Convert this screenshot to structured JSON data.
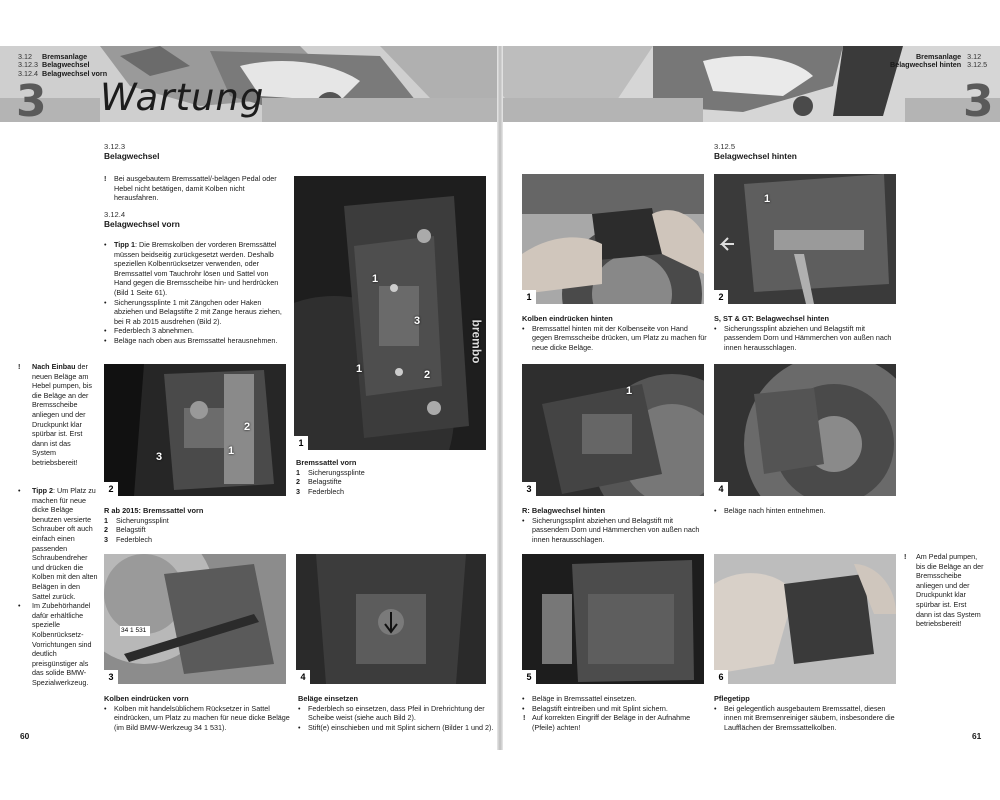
{
  "left_page": {
    "sections": [
      {
        "num": "3.12",
        "name": "Bremsanlage"
      },
      {
        "num": "3.12.3",
        "name": "Belagwechsel"
      },
      {
        "num": "3.12.4",
        "name": "Belagwechsel vorn"
      }
    ],
    "chapter_number": "3",
    "chapter_title": "Wartung",
    "sec_3123": {
      "num": "3.12.3",
      "title": "Belagwechsel"
    },
    "note_bang": "!",
    "note_text": "Bei ausgebautem Bremssattel/-belägen Pedal oder Hebel nicht betätigen, damit Kolben nicht herausfahren.",
    "sec_3124": {
      "num": "3.12.4",
      "title": "Belagwechsel vorn"
    },
    "bullets": [
      {
        "b": "Tipp 1",
        "t": ": Die Bremskolben der vorderen Bremssättel müssen beidseitig zurückgesetzt werden. Deshalb speziellen Kolbenrücksetzer verwenden, oder Bremssattel vom Tauchrohr lösen und Sattel von Hand gegen die Bremsscheibe hin- und herdrücken (Bild 1 Seite 61)."
      },
      {
        "b": "",
        "t": "Sicherungssplinte 1 mit Zängchen oder Haken abziehen und Belagstifte 2 mit Zange heraus ziehen, bei R ab 2015 ausdrehen (Bild 2)."
      },
      {
        "b": "",
        "t": "Federblech 3 abnehmen."
      },
      {
        "b": "",
        "t": "Beläge nach oben aus Bremssattel herausnehmen."
      }
    ],
    "side_note1": {
      "bang": "!",
      "bold": "Nach Einbau",
      "text": " der neuen Beläge am Hebel pumpen, bis die Beläge an der Bremsscheibe anliegen und der Druckpunkt klar spürbar ist. Erst dann ist das System betriebsbereit!"
    },
    "side_note2": {
      "items": [
        {
          "b": "Tipp 2",
          "t": ": Um Platz zu machen für neue dicke Beläge benutzen versierte Schrauber oft auch einfach einen passenden Schraubendreher und drücken die Kolben mit den alten Belägen in den Sattel zurück."
        },
        {
          "b": "",
          "t": "Im Zubehörhandel dafür erhältliche spezielle Kolbenrücksetz-Vorrichtungen sind deutlich preisgünstiger als das solide BMW-Spezialwerkzeug."
        }
      ]
    },
    "photo1": {
      "num": "1",
      "callouts": [
        "1",
        "3",
        "1",
        "2"
      ],
      "brand": "brembo"
    },
    "photo1_caption": {
      "title": "Bremssattel vorn",
      "legend": [
        {
          "n": "1",
          "t": "Sicherungssplinte"
        },
        {
          "n": "2",
          "t": "Belagstifte"
        },
        {
          "n": "3",
          "t": "Federblech"
        }
      ]
    },
    "photo2": {
      "num": "2",
      "callouts": [
        "2",
        "1",
        "3"
      ]
    },
    "photo2_caption": {
      "title": "R ab 2015: Bremssattel vorn",
      "legend": [
        {
          "n": "1",
          "t": "Sicherungssplint"
        },
        {
          "n": "2",
          "t": "Belagstift"
        },
        {
          "n": "3",
          "t": "Federblech"
        }
      ]
    },
    "photo3": {
      "num": "3",
      "tool_label": "34 1 531"
    },
    "photo3_caption": {
      "title": "Kolben eindrücken vorn",
      "items": [
        "Kolben mit handelsüblichem Rücksetzer in Sattel eindrücken, um Platz zu machen für neue dicke Beläge (im Bild BMW-Werkzeug 34 1 531)."
      ]
    },
    "photo4_caption": {
      "title": "Beläge einsetzen",
      "items": [
        "Federblech so einsetzen, dass Pfeil in Drehrichtung der Scheibe weist (siehe auch Bild 2).",
        "Stift(e) einschieben und mit Splint sichern (Bilder 1 und 2)."
      ]
    },
    "page_number": "60"
  },
  "right_page": {
    "sections": [
      {
        "name": "Bremsanlage",
        "num": "3.12"
      },
      {
        "name": "Belagwechsel hinten",
        "num": "3.12.5"
      }
    ],
    "chapter_number": "3",
    "sec_3125": {
      "num": "3.12.5",
      "title": "Belagwechsel hinten"
    },
    "photo1": {
      "num": "1"
    },
    "photo1_caption": {
      "title": "Kolben eindrücken hinten",
      "items": [
        "Bremssattel hinten mit der Kolbenseite von Hand gegen Bremsscheibe drücken, um Platz zu machen für neue dicke Beläge."
      ]
    },
    "photo2": {
      "num": "2",
      "callouts": [
        "1"
      ]
    },
    "photo2_caption": {
      "title": "S, ST & GT: Belagwechsel hinten",
      "items": [
        "Sicherungssplint abziehen und Belagstift mit passendem Dorn und Hämmerchen von außen nach innen herausschlagen."
      ]
    },
    "photo3": {
      "num": "3",
      "callouts": [
        "1"
      ]
    },
    "photo3_caption": {
      "title": "R: Belagwechsel hinten",
      "items": [
        "Sicherungssplint abziehen und Belagstift mit passendem Dorn und Hämmerchen von außen nach innen herausschlagen."
      ]
    },
    "photo4": {
      "num": "4"
    },
    "photo4_caption": {
      "items": [
        "Beläge nach hinten entnehmen."
      ]
    },
    "photo5": {
      "num": "5"
    },
    "photo5_caption": {
      "items": [
        {
          "warn": false,
          "t": "Beläge in Bremssattel einsetzen."
        },
        {
          "warn": false,
          "t": "Belagstift eintreiben und mit Splint sichern."
        },
        {
          "warn": true,
          "t": "Auf korrekten Eingriff der Beläge in der Aufnahme (Pfeile) achten!"
        }
      ]
    },
    "photo6": {
      "num": "6"
    },
    "photo6_caption": {
      "title": "Pflegetipp",
      "items": [
        "Bei gelegentlich ausgebautem Bremssattel, diesen innen mit Bremsenreiniger säubern, insbesondere die Laufflächen der Bremssattelkolben."
      ]
    },
    "side_note": {
      "bang": "!",
      "text": "Am Pedal pumpen, bis die Beläge an der Bremsscheibe anliegen und der Druckpunkt klar spürbar ist. Erst dann ist das System betriebsbereit!"
    },
    "page_number": "61"
  },
  "colors": {
    "band_grey": "#b4b4b4",
    "chapter_num": "#5a5a5a",
    "photo_dark": "#2a2a2a"
  }
}
